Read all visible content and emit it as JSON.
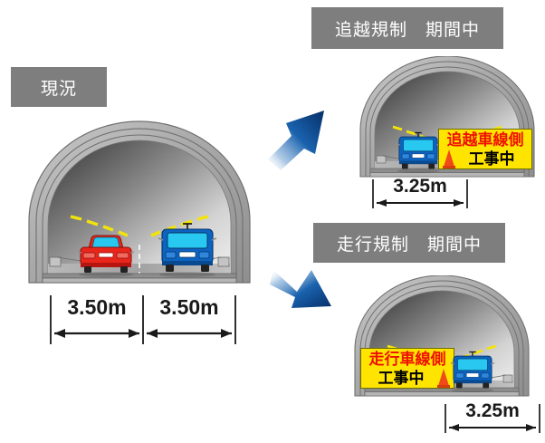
{
  "diagram": {
    "title_visible": false,
    "panels": {
      "current": {
        "caption": "現況",
        "lanes": [
          {
            "label": "3.50m",
            "vehicle": "red-sedan"
          },
          {
            "label": "3.50m",
            "vehicle": "blue-van"
          }
        ]
      },
      "overtaking_restriction": {
        "caption": "追越規制　期間中",
        "sign": {
          "line1": "追越車線側",
          "line2": "工事中",
          "cone_side": "left"
        },
        "lane": {
          "label": "3.25m",
          "vehicle": "blue-van",
          "side": "left"
        }
      },
      "driving_restriction": {
        "caption": "走行規制　期間中",
        "sign": {
          "line1": "走行車線側",
          "line2": "工事中",
          "cone_side": "right"
        },
        "lane": {
          "label": "3.25m",
          "vehicle": "blue-van",
          "side": "right"
        }
      }
    },
    "arrows": [
      {
        "name": "arrow-to-overtaking",
        "direction": "up-right"
      },
      {
        "name": "arrow-to-driving",
        "direction": "down-right"
      }
    ],
    "colors": {
      "caption_bg": "#7e7e7e",
      "caption_text": "#ffffff",
      "sign_bg": "#ffe400",
      "sign_text_red": "#ee1100",
      "sign_text_black": "#000000",
      "lane_marking": "#ffffff",
      "tunnel_light": "#f2e40a",
      "car_red": "#e8261c",
      "car_blue": "#0d63c0",
      "glass_cyan": "#28c8f0",
      "arrow_blue": "#0b4f9e",
      "dimension_line": "#1a1a1a"
    }
  }
}
